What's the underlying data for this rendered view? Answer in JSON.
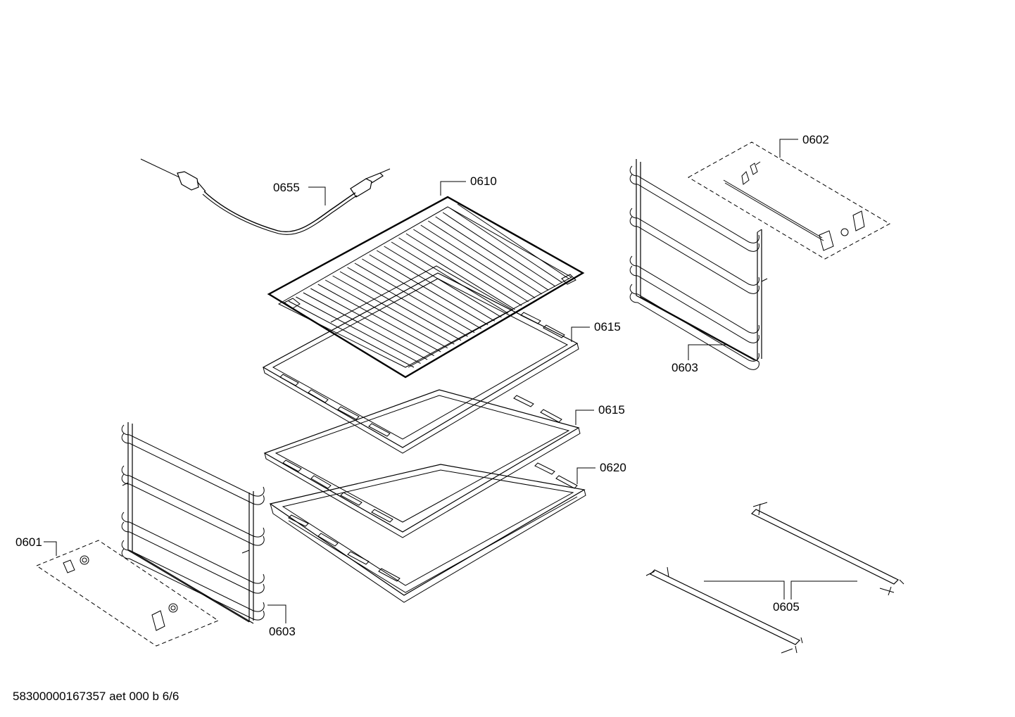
{
  "labels": {
    "l0655": "0655",
    "l0610": "0610",
    "l0615a": "0615",
    "l0615b": "0615",
    "l0620": "0620",
    "l0602": "0602",
    "l0603r": "0603",
    "l0601": "0601",
    "l0603l": "0603",
    "l0605": "0605"
  },
  "footer": {
    "document_code": "58300000167357 aet 000 b 6/6"
  }
}
